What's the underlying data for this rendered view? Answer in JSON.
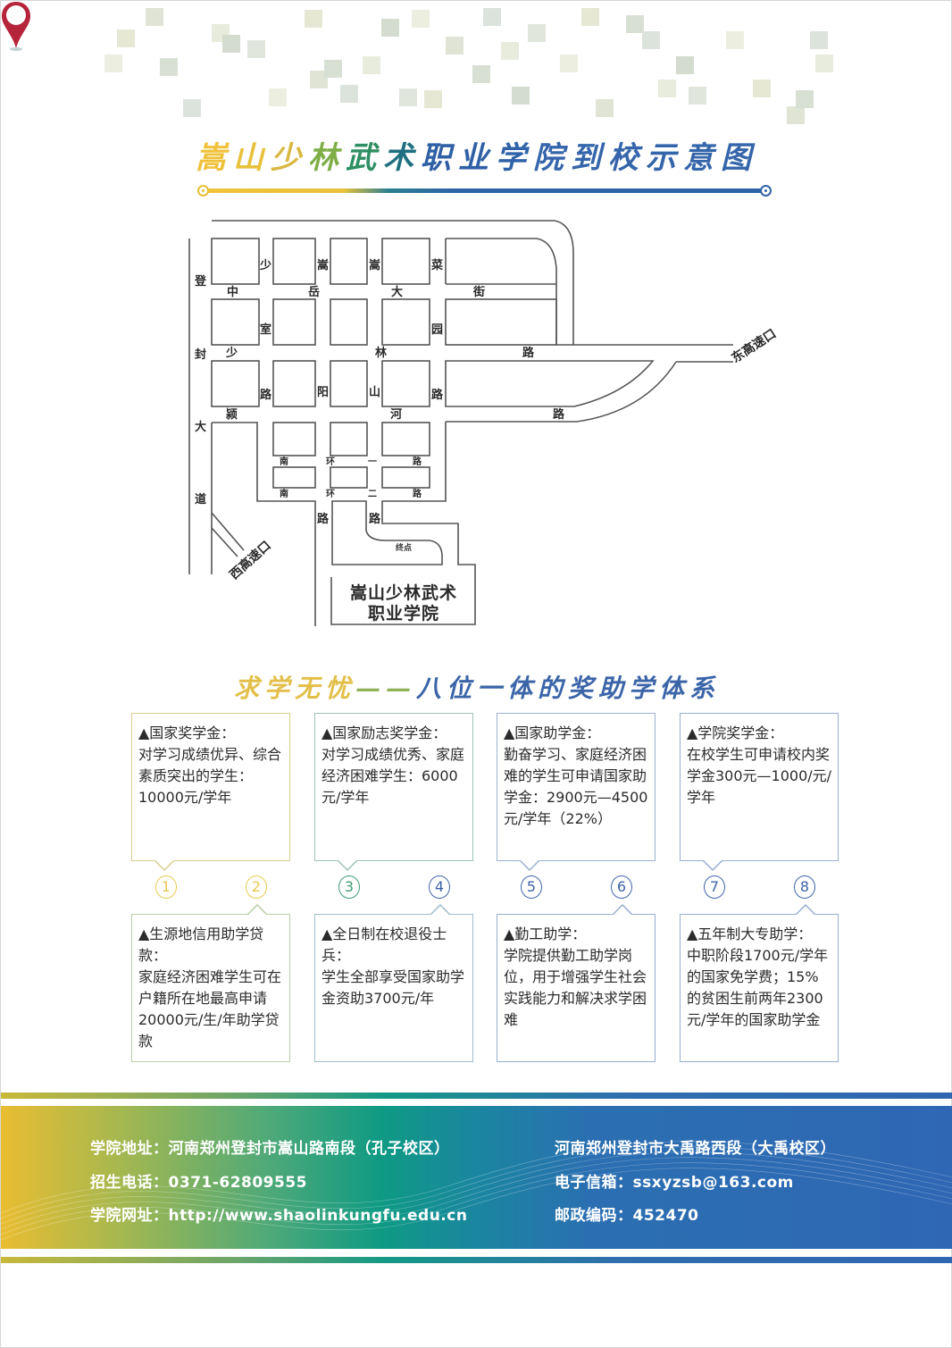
{
  "header": {
    "title": "嵩山少林武术职业学院到校示意图",
    "title_colors": [
      "#f0c23c",
      "#e8c13c",
      "#d9b843",
      "#7fae47",
      "#2f8f63",
      "#1f6f80",
      "#2f5fa5",
      "#2f5fa5",
      "#2f62a8",
      "#3565aa",
      "#3565aa",
      "#3565aa",
      "#3565aa",
      "#3565aa",
      "#3565aa"
    ]
  },
  "map": {
    "roads": {
      "dengfeng_dadao": [
        "登",
        "封",
        "大",
        "道"
      ],
      "zhongyue_dajie": [
        "中",
        "岳",
        "大",
        "街"
      ],
      "shaolin_lu": [
        "少",
        "林",
        "路"
      ],
      "yinghe_lu": [
        "颍",
        "河",
        "路"
      ],
      "shaoshi_lu": [
        "少",
        "室",
        "路"
      ],
      "songyang_lu": [
        "嵩",
        "阳",
        "路"
      ],
      "songshan_lu": [
        "嵩",
        "山",
        "路"
      ],
      "caiyuan_lu": [
        "菜",
        "园",
        "路"
      ],
      "nanhuan_yi_lu": [
        "南",
        "环",
        "一",
        "路"
      ],
      "nanhuan_er_lu": [
        "南",
        "环",
        "二",
        "路"
      ]
    },
    "exits": {
      "east": "东高速口",
      "west": "西高速口"
    },
    "pin_label": "终点",
    "destination_line1": "嵩山少林武术",
    "destination_line2": "职业学院"
  },
  "aid": {
    "title_part1": "求学无忧",
    "title_dash": "——",
    "title_part2": "八位一体的奖助学体系",
    "cards": [
      {
        "num": "①",
        "head": "▲国家奖学金：",
        "body": "对学习成绩优异、综合素质突出的学生：10000元/学年",
        "color": "#d8cf8f"
      },
      {
        "num": "②",
        "head": "▲生源地信用助学贷款：",
        "body": "家庭经济困难学生可在户籍所在地最高申请20000元/生/年助学贷款",
        "color": "#b9cfa4"
      },
      {
        "num": "③",
        "head": "▲国家励志奖学金：",
        "body": "对学习成绩优秀、家庭经济困难学生：6000元/学年",
        "color": "#9fc3b8"
      },
      {
        "num": "④",
        "head": "▲全日制在校退役士兵：",
        "body": "学生全部享受国家助学金资助3700元/年",
        "color": "#9fbccb"
      },
      {
        "num": "⑤",
        "head": "▲国家助学金：",
        "body": "勤奋学习、家庭经济困难的学生可申请国家助学金：2900元—4500元/学年（22%）",
        "color": "#9bb3cf"
      },
      {
        "num": "⑥",
        "head": "▲勤工助学：",
        "body": "学院提供勤工助学岗位，用于增强学生社会实践能力和解决求学困难",
        "color": "#97afce"
      },
      {
        "num": "⑦",
        "head": "▲学院奖学金：",
        "body": "在校学生可申请校内奖学金300元—1000/元/学年",
        "color": "#97afd0"
      },
      {
        "num": "⑧",
        "head": "▲五年制大专助学：",
        "body": "中职阶段1700元/学年的国家免学费；15%的贫困生前两年2300元/学年的国家助学金",
        "color": "#97afd0"
      }
    ],
    "num_colors": [
      "#e7c94d",
      "#e7c94d",
      "#3f9a74",
      "#3d63a8",
      "#3d63a8",
      "#3d63a8",
      "#3d63a8",
      "#3d63a8"
    ]
  },
  "footer": {
    "address_label": "学院地址：",
    "address_value": "河南郑州登封市嵩山路南段（孔子校区）",
    "address2_value": "河南郑州登封市大禹路西段（大禹校区）",
    "phone_label": "招生电话：",
    "phone_value": "0371-62809555",
    "email_label": "电子信箱：",
    "email_value": "ssxyzsb@163.com",
    "website_label": "学院网址：",
    "website_value": "http://www.shaolinkungfu.edu.cn",
    "postcode_label": "邮政编码：",
    "postcode_value": "452470"
  }
}
